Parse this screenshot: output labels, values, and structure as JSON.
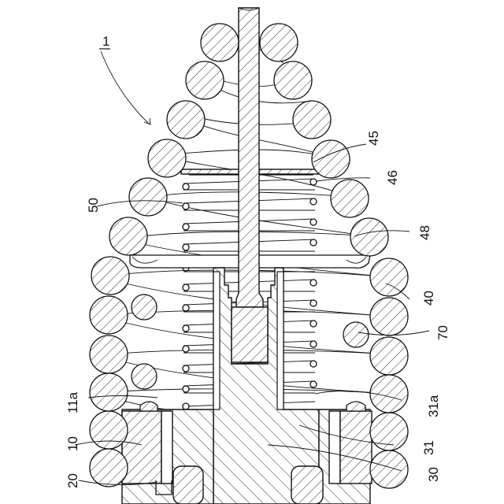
{
  "figure": {
    "ref_label": "1",
    "labels": {
      "l1": "1",
      "l45": "45",
      "l46": "46",
      "l48": "48",
      "l50": "50",
      "l40": "40",
      "l70": "70",
      "l11a": "11a",
      "l31a": "31a",
      "l10": "10",
      "l31": "31",
      "l20": "20",
      "l30": "30"
    }
  }
}
